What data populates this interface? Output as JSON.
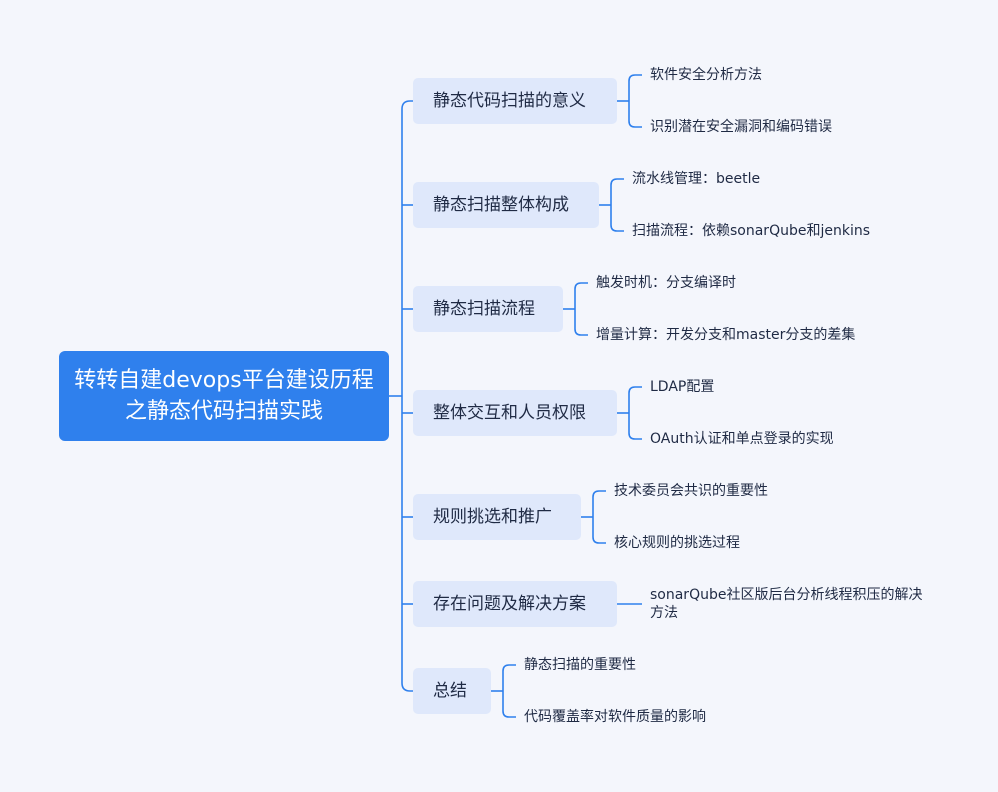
{
  "root": {
    "title": "转转自建devops平台建设历程之静态代码扫描实践"
  },
  "branches": [
    {
      "label": "静态代码扫描的意义",
      "children": [
        "软件安全分析方法",
        "识别潜在安全漏洞和编码错误"
      ]
    },
    {
      "label": "静态扫描整体构成",
      "children": [
        "流水线管理：beetle",
        "扫描流程：依赖sonarQube和jenkins"
      ]
    },
    {
      "label": "静态扫描流程",
      "children": [
        "触发时机：分支编译时",
        "增量计算：开发分支和master分支的差集"
      ]
    },
    {
      "label": "整体交互和人员权限",
      "children": [
        "LDAP配置",
        "OAuth认证和单点登录的实现"
      ]
    },
    {
      "label": "规则挑选和推广",
      "children": [
        "技术委员会共识的重要性",
        "核心规则的挑选过程"
      ]
    },
    {
      "label": "存在问题及解决方案",
      "children": [
        "sonarQube社区版后台分析线程积压的解决方法"
      ]
    },
    {
      "label": "总结",
      "children": [
        "静态扫描的重要性",
        "代码覆盖率对软件质量的影响"
      ]
    }
  ],
  "colors": {
    "root_fill": "#2f80ed",
    "branch_fill": "#dfe8fb",
    "connector": "#2f80ed",
    "background": "#f4f6fc"
  }
}
